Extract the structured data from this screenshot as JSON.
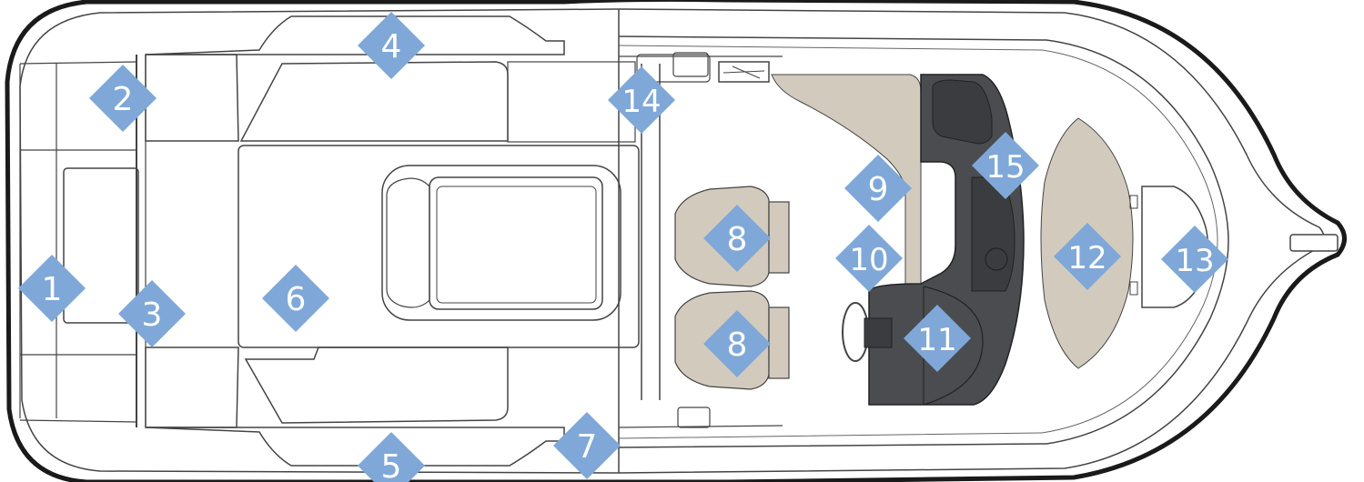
{
  "colors": {
    "outline": "#1a1a1a",
    "line": "#444444",
    "upholstery": "#d2cbbd",
    "upholstery_light": "#dcd6ca",
    "console_dark": "#4a4c4f",
    "console_darker": "#3a3c3f",
    "marker": "#7fa8d8",
    "marker_text": "#ffffff",
    "hull_fill": "#ffffff"
  },
  "markers": [
    {
      "id": "m1",
      "label": "1"
    },
    {
      "id": "m2",
      "label": "2"
    },
    {
      "id": "m3",
      "label": "3"
    },
    {
      "id": "m4",
      "label": "4"
    },
    {
      "id": "m5",
      "label": "5"
    },
    {
      "id": "m6",
      "label": "6"
    },
    {
      "id": "m7",
      "label": "7"
    },
    {
      "id": "m8a",
      "label": "8"
    },
    {
      "id": "m8b",
      "label": "8"
    },
    {
      "id": "m9",
      "label": "9"
    },
    {
      "id": "m10",
      "label": "10"
    },
    {
      "id": "m11",
      "label": "11"
    },
    {
      "id": "m12",
      "label": "12"
    },
    {
      "id": "m13",
      "label": "13"
    },
    {
      "id": "m14",
      "label": "14"
    },
    {
      "id": "m15",
      "label": "15"
    }
  ]
}
